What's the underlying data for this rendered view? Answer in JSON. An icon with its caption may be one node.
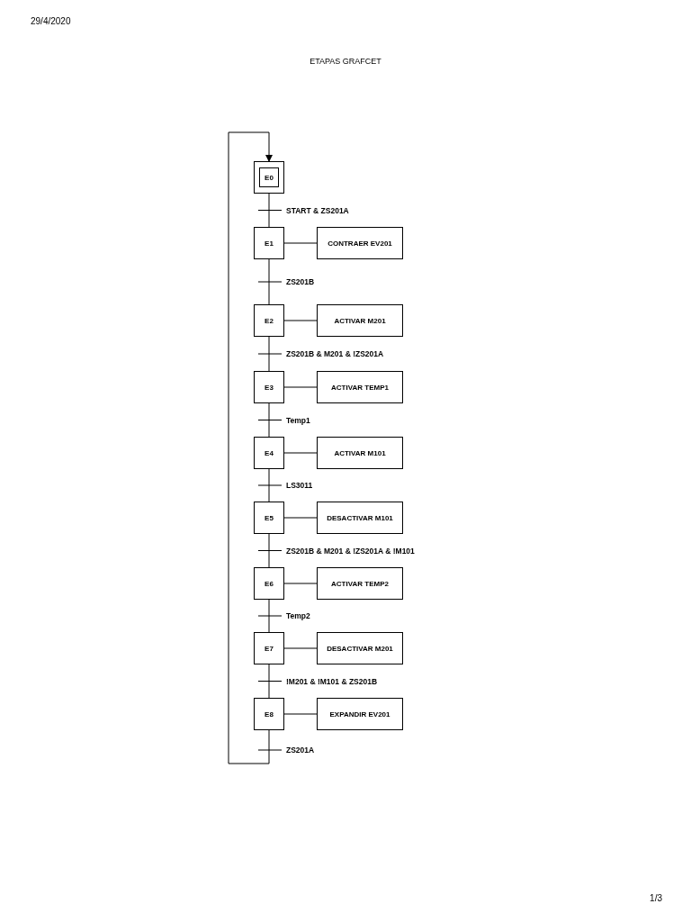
{
  "diagram": {
    "title": "ETAPAS GRAFCET",
    "nodes": [
      {
        "text": [
          "E0"
        ]
      },
      {
        "text": [
          "E1"
        ]
      },
      {
        "text": [
          "CONTRAER EV201"
        ]
      },
      {
        "text": [
          "E2"
        ]
      },
      {
        "text": [
          "ACTIVAR M201"
        ]
      },
      {
        "text": [
          "E3"
        ]
      },
      {
        "text": [
          "ACTIVAR TEMP1"
        ]
      },
      {
        "text": [
          "E4"
        ]
      },
      {
        "text": [
          "ACTIVAR M101"
        ]
      },
      {
        "text": [
          "E5"
        ]
      },
      {
        "text": [
          "DESACTIVAR M101"
        ]
      },
      {
        "text": [
          "E6"
        ]
      },
      {
        "text": [
          "ACTIVAR TEMP2"
        ]
      },
      {
        "text": [
          "E7"
        ]
      },
      {
        "text": [
          "DESACTIVAR M201"
        ]
      },
      {
        "text": [
          "E8"
        ]
      },
      {
        "text": [
          "EXPANDIR EV201"
        ]
      }
    ],
    "edges": [
      {
        "from": 0,
        "to": 1,
        "arrow": "none",
        "label": "START & ZS201A"
      },
      {
        "from": 1,
        "to": 2,
        "arrow": "none"
      },
      {
        "from": 1,
        "to": 3,
        "arrow": "none",
        "label": "ZS201B"
      },
      {
        "from": 3,
        "to": 4,
        "arrow": "none"
      },
      {
        "from": 3,
        "to": 5,
        "arrow": "none",
        "label": "ZS201B & M201 & !ZS201A"
      },
      {
        "from": 5,
        "to": 6,
        "arrow": "none"
      },
      {
        "from": 5,
        "to": 7,
        "arrow": "none",
        "label": "Temp1"
      },
      {
        "from": 7,
        "to": 8,
        "arrow": "none"
      },
      {
        "from": 7,
        "to": 9,
        "arrow": "none",
        "label": "LS3011"
      },
      {
        "from": 9,
        "to": 10,
        "arrow": "none"
      },
      {
        "from": 9,
        "to": 11,
        "arrow": "none",
        "label": "ZS201B & M201 & !ZS201A & !M101"
      },
      {
        "from": 11,
        "to": 12,
        "arrow": "none"
      },
      {
        "from": 11,
        "to": 13,
        "arrow": "none",
        "label": "Temp2"
      },
      {
        "from": 13,
        "to": 14,
        "arrow": "none"
      },
      {
        "from": 13,
        "to": 15,
        "arrow": "none",
        "label": "!M201 & !M101 & ZS201B"
      },
      {
        "from": 15,
        "to": 16,
        "arrow": "none"
      },
      {
        "from": 15,
        "to": 0,
        "arrow": "to",
        "label": "ZS201A"
      }
    ],
    "labels": [
      "29/4/2020",
      "1/3"
    ]
  }
}
